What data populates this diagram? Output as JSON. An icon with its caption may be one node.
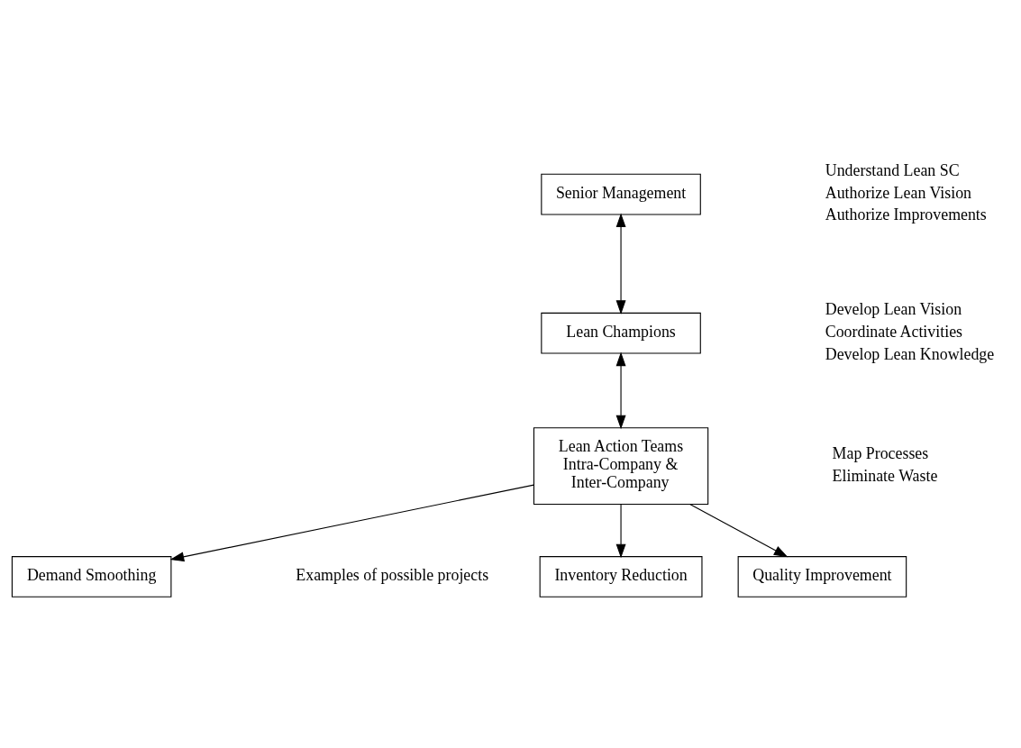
{
  "diagram": {
    "nodes": [
      {
        "text": [
          "Senior Management"
        ]
      },
      {
        "text": [
          "Lean Champions"
        ]
      },
      {
        "text": [
          "Lean Action Teams Intra-Company & Inter-Company"
        ]
      },
      {
        "text": [
          "Demand Smoothing"
        ]
      },
      {
        "text": [
          "Inventory Reduction"
        ]
      },
      {
        "text": [
          "Quality Improvement"
        ]
      }
    ],
    "edges": [
      {
        "from": 0,
        "to": 1,
        "arrow": "both"
      },
      {
        "from": 1,
        "to": 2,
        "arrow": "both"
      },
      {
        "from": 2,
        "to": 3,
        "arrow": "to"
      },
      {
        "from": 2,
        "to": 4,
        "arrow": "to"
      },
      {
        "from": 2,
        "to": 5,
        "arrow": "to"
      }
    ],
    "labels": [
      "Understand Lean SC",
      "Authorize Lean Vision",
      "Authorize Improvements",
      "Develop Lean Vision",
      "Coordinate Activities",
      "Develop Lean Knowledge",
      "Map Processes",
      "Eliminate Waste",
      "Examples of possible projects"
    ]
  }
}
